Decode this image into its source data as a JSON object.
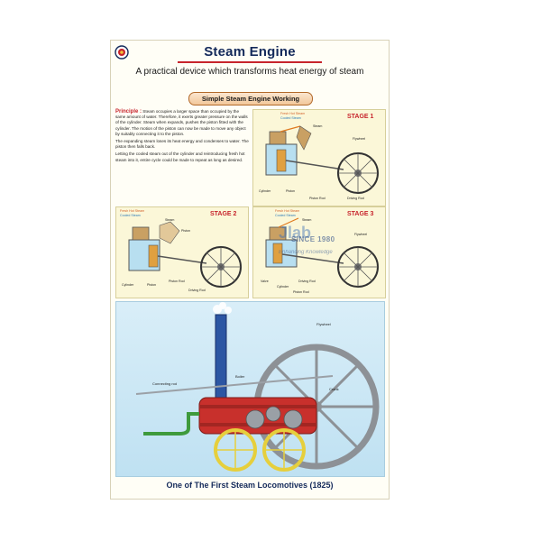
{
  "poster": {
    "title": "Steam Engine",
    "subtitle": "A practical device which transforms heat energy of steam",
    "banner": "Simple Steam Engine Working",
    "caption": "One of The First Steam Locomotives (1825)"
  },
  "principle": {
    "heading": "Principle :",
    "p1": "Steam occupies a larger space than occupied by the same amount of water. Therefore, it exerts greater pressure on the walls of the cylinder. Steam when expands, pushes the piston fitted with the cylinder. The motion of the piston can now be made to move any object by suitably connecting it to the piston.",
    "p2": "The expanding steam loses its heat energy and condenses to water. The piston then falls back.",
    "p3": "Letting the cooled steam out of the cylinder and reintroducing fresh hot steam into it, entire cycle could be made to repeat as long as desired."
  },
  "legend": {
    "hot": "Fresh Hot Steam",
    "cool": "Cooled Steam"
  },
  "stage1": {
    "label": "STAGE 1",
    "steam": "Steam",
    "flywheel": "Flywheel",
    "cylinder": "Cylinder",
    "piston": "Piston",
    "piston_rod": "Piston Rod",
    "driving_rod": "Driving Rod"
  },
  "stage2": {
    "label": "STAGE 2",
    "steam": "Steam",
    "piston": "Piston",
    "cylinder": "Cylinder",
    "piston_label": "Piston",
    "piston_rod": "Piston Rod",
    "driving_rod": "Driving Rod"
  },
  "stage3": {
    "label": "STAGE 3",
    "steam": "Steam",
    "flywheel": "Flywheel",
    "valve": "Valve",
    "cylinder": "Cylinder",
    "driving_rod": "Driving Rod",
    "piston_rod": "Piston Rod"
  },
  "locomotive": {
    "flywheel": "Flywheel",
    "connecting_rod": "Connecting rod",
    "boiler": "Boiler",
    "crank": "Crank"
  },
  "watermark": {
    "brand": "Jlab",
    "since": "SINCE 1980",
    "tagline": "Enhancing Knowledge"
  },
  "colors": {
    "title": "#13295a",
    "accent_red": "#c7242c",
    "panel": "#fbf7d8",
    "sky": "#cfe8f5"
  }
}
